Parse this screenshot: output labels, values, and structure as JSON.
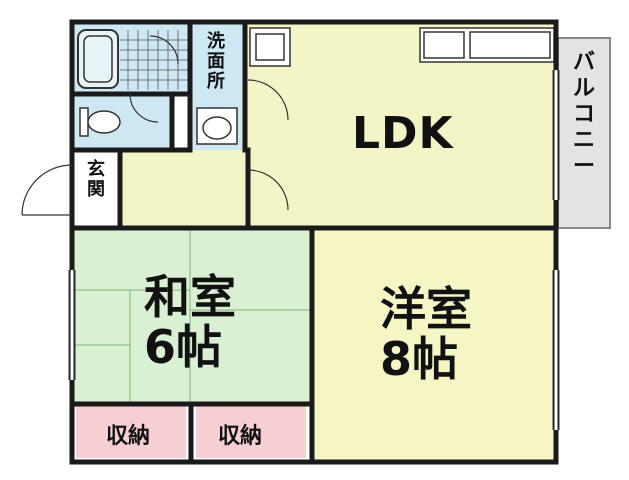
{
  "rooms": {
    "ldk": {
      "label": "LDK"
    },
    "washroom": {
      "label": "洗面所",
      "lines": [
        "洗",
        "面",
        "所"
      ]
    },
    "entrance": {
      "label": "玄関",
      "lines": [
        "玄",
        "関"
      ]
    },
    "japanese": {
      "label": "和室6帖",
      "lines": [
        "和室",
        "6帖"
      ]
    },
    "western": {
      "label": "洋室8帖",
      "lines": [
        "洋室",
        "8帖"
      ]
    },
    "storage_left": {
      "label": "収納"
    },
    "storage_right": {
      "label": "収納"
    },
    "balcony": {
      "label": "バルコニー",
      "lines": [
        "バ",
        "ル",
        "コ",
        "ニ",
        "ー"
      ]
    }
  },
  "colors": {
    "wall": "#1a1a1a",
    "ldk_fill": "#f4f5c6",
    "western_fill": "#f6f5c4",
    "japanese_fill": "#d9f1d2",
    "wet_fill": "#cde8f3",
    "storage_fill": "#f7cfd3",
    "balcony_fill": "#e3e3e3"
  }
}
